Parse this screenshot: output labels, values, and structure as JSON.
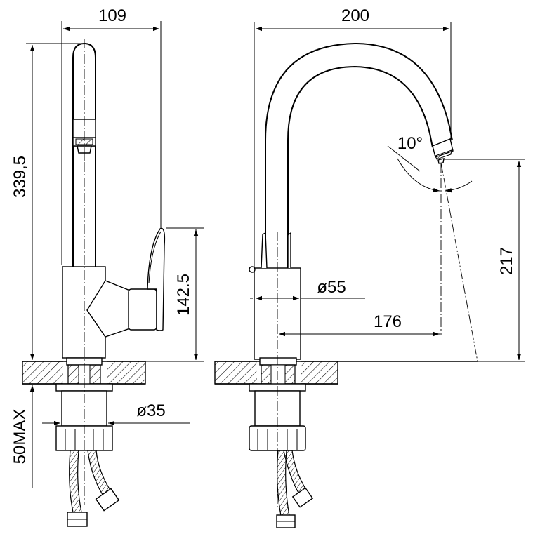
{
  "dimensions": {
    "width_left": "109",
    "height_total": "339,5",
    "handle_height": "142.5",
    "base_diameter": "ø35",
    "counter_max": "50MAX",
    "width_right": "200",
    "spout_angle": "10°",
    "body_diameter": "ø55",
    "reach": "176",
    "outlet_height": "217"
  }
}
